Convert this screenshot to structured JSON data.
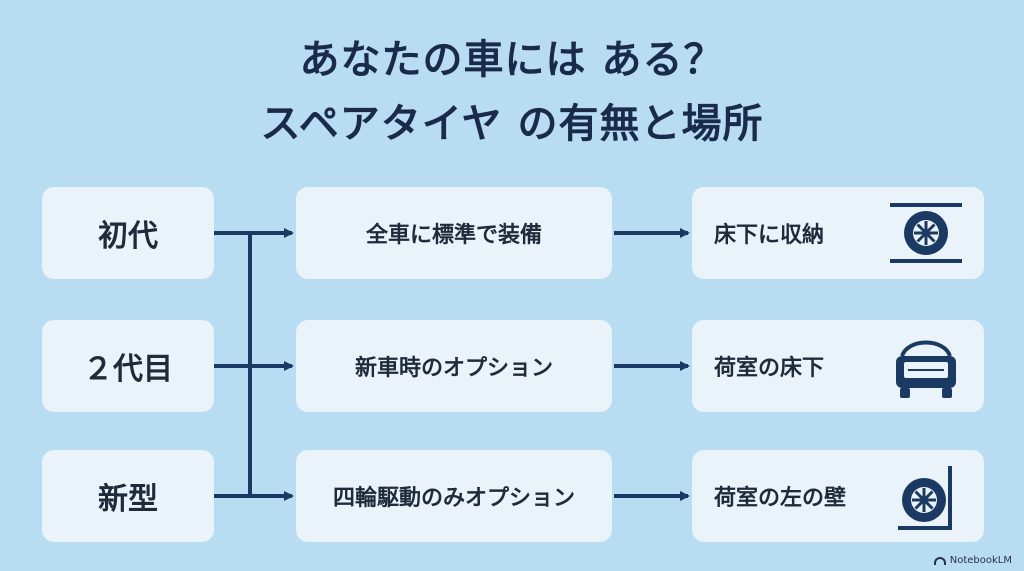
{
  "title": {
    "line1": "あなたの車には ある？",
    "line2": "スペアタイヤ の有無と場所"
  },
  "rows": [
    {
      "generation": "初代",
      "option": "全車に標準で装備",
      "location": "床下に収納",
      "icon": "tire-under-floor-icon"
    },
    {
      "generation": "２代目",
      "option": "新車時のオプション",
      "location": "荷室の床下",
      "icon": "open-trunk-car-icon"
    },
    {
      "generation": "新型",
      "option": "四輪駆動のみオプション",
      "location": "荷室の左の壁",
      "icon": "tire-wall-icon"
    }
  ],
  "brand": {
    "label": "NotebookLM"
  },
  "colors": {
    "background": "#b8dcf1",
    "box": "#eaf3fa",
    "arrow": "#1b3a63",
    "text": "#1a2a4a"
  }
}
